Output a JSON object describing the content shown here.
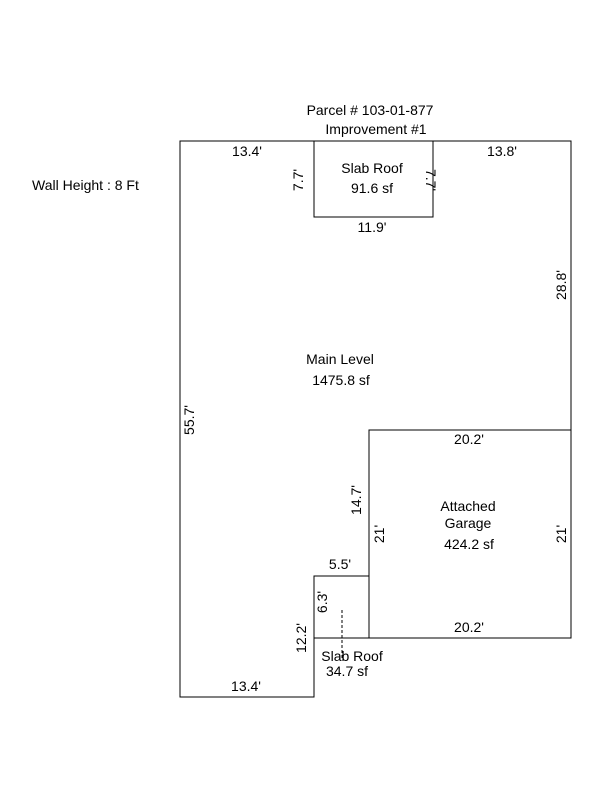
{
  "header": {
    "parcel": "Parcel # 103-01-877",
    "improvement": "Improvement #1"
  },
  "wall_height": "Wall Height : 8 Ft",
  "colors": {
    "line": "#000000",
    "background": "#ffffff"
  },
  "areas": {
    "slab_roof_top": {
      "name": "Slab Roof",
      "area": "91.6 sf"
    },
    "main_level": {
      "name": "Main Level",
      "area": "1475.8 sf"
    },
    "garage": {
      "name_line1": "Attached",
      "name_line2": "Garage",
      "area": "424.2 sf"
    },
    "slab_roof_bottom": {
      "name": "Slab Roof",
      "area": "34.7 sf"
    }
  },
  "dimensions": {
    "top_left": "13.4'",
    "top_right": "13.8'",
    "slab_top_left_side": "7.7'",
    "slab_top_right_side": "7.7'",
    "slab_top_bottom": "11.9'",
    "right_upper": "28.8'",
    "left_side": "55.7'",
    "garage_top": "20.2'",
    "notch_vertical": "14.7'",
    "garage_left": "21'",
    "garage_right": "21'",
    "garage_bottom": "20.2'",
    "notch_top": "5.5'",
    "slab_bottom_side": "6.3'",
    "bottom_left_vertical": "12.2'",
    "bottom": "13.4'"
  }
}
